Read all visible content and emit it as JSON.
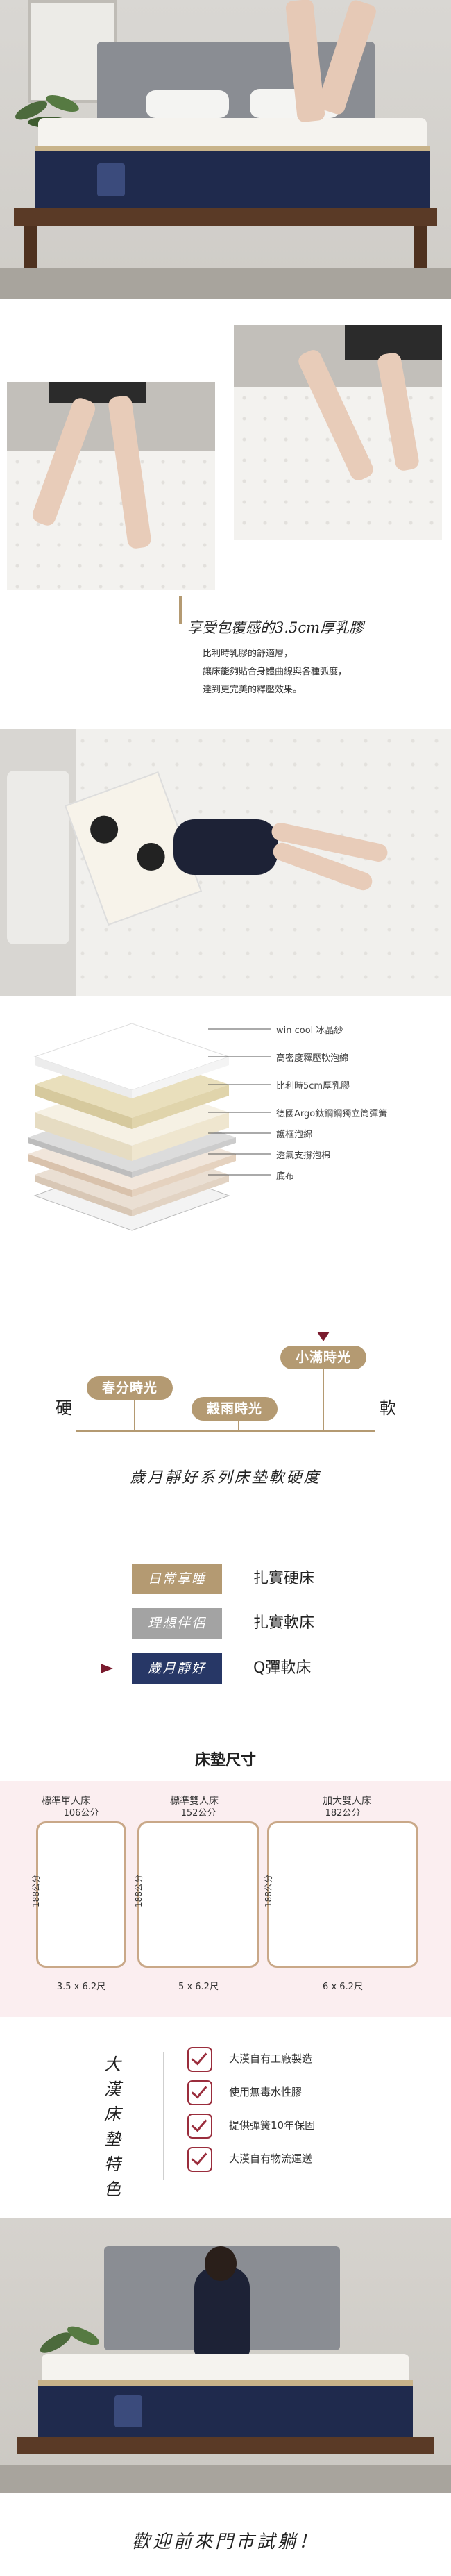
{
  "latex_section": {
    "heading": "享受包覆感的3.5cm厚乳膠",
    "desc_lines": [
      "比利時乳膠的舒適層，",
      "讓床能夠貼合身體曲線與各種弧度，",
      "達到更完美的釋壓效果。"
    ]
  },
  "layers": {
    "labels": [
      "win cool 冰晶紗",
      "高密度釋壓軟泡綿",
      "比利時5cm厚乳膠",
      "德國Argo鈦鋼鋼獨立筒彈簧",
      "護框泡綿",
      "透氣支撐泡棉",
      "底布"
    ]
  },
  "firmness": {
    "hard_label": "硬",
    "soft_label": "軟",
    "pills": [
      "春分時光",
      "穀雨時光",
      "小滿時光"
    ],
    "caption": "歲月靜好系列床墊軟硬度"
  },
  "series": [
    {
      "tag": "日常享睡",
      "desc": "扎實硬床",
      "color": "#b49a72"
    },
    {
      "tag": "理想伴侶",
      "desc": "扎實軟床",
      "color": "#a3a3a3"
    },
    {
      "tag": "歲月靜好",
      "desc": "Q彈軟床",
      "color": "#273766"
    }
  ],
  "sizes": {
    "title": "床墊尺寸",
    "items": [
      {
        "name": "標準單人床",
        "width": "106公分",
        "length": "188公分",
        "spec": "3.5 x 6.2尺"
      },
      {
        "name": "標準雙人床",
        "width": "152公分",
        "length": "188公分",
        "spec": "5 x 6.2尺"
      },
      {
        "name": "加大雙人床",
        "width": "182公分",
        "length": "188公分",
        "spec": "6 x 6.2尺"
      }
    ]
  },
  "features": {
    "title": "大漢床墊特色",
    "items": [
      "大漢自有工廠製造",
      "使用無毒水性膠",
      "提供彈簧10年保固",
      "大漢自有物流運送"
    ]
  },
  "closing": "歡迎前來門市試躺！",
  "colors": {
    "accent": "#7a1b2e",
    "gold": "#b49a72",
    "navy": "#273766",
    "pink_bg": "#fbeef0"
  }
}
